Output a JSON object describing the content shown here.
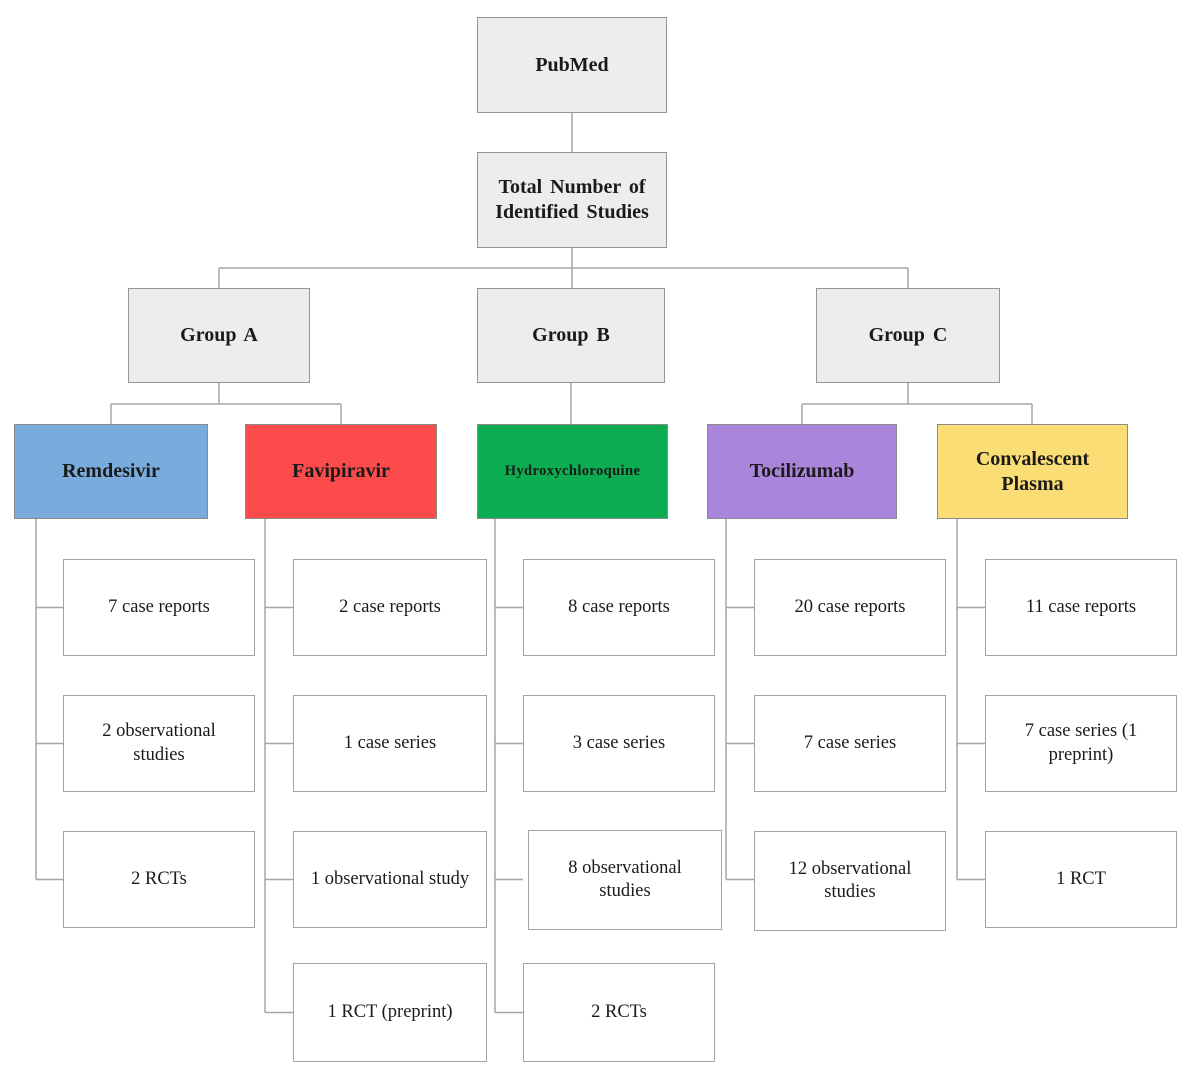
{
  "flowchart": {
    "source": {
      "label": "PubMed"
    },
    "total": {
      "label": "Total Number of Identified Studies"
    },
    "groups": [
      {
        "label": "Group A"
      },
      {
        "label": "Group B"
      },
      {
        "label": "Group C"
      }
    ],
    "columns": [
      {
        "drug": "Remdesivir",
        "color": "#79ACDD",
        "group": "Group A",
        "leaves": [
          "7 case reports",
          "2 observational studies",
          "2 RCTs"
        ]
      },
      {
        "drug": "Favipiravir",
        "color": "#FB4B4B",
        "group": "Group A",
        "leaves": [
          "2 case reports",
          "1 case series",
          "1 observational study",
          "1 RCT (preprint)"
        ]
      },
      {
        "drug": "Hydroxychloroquine",
        "color": "#0CAD51",
        "group": "Group B",
        "leaves": [
          "8 case reports",
          "3 case series",
          "8 observational studies",
          "2 RCTs"
        ]
      },
      {
        "drug": "Tocilizumab",
        "color": "#AA85DC",
        "group": "Group C",
        "leaves": [
          "20 case reports",
          "7 case series",
          "12 observational studies"
        ]
      },
      {
        "drug": "Convalescent Plasma",
        "color": "#FBDD75",
        "group": "Group C",
        "leaves": [
          "11 case reports",
          "7 case series (1 preprint)",
          "1 RCT"
        ]
      }
    ],
    "style_colors": {
      "node_fill_gray": "#EDEDED",
      "node_border": "#969696",
      "leaf_border": "#A3A3A3",
      "connector": "#A6A6A6"
    }
  }
}
